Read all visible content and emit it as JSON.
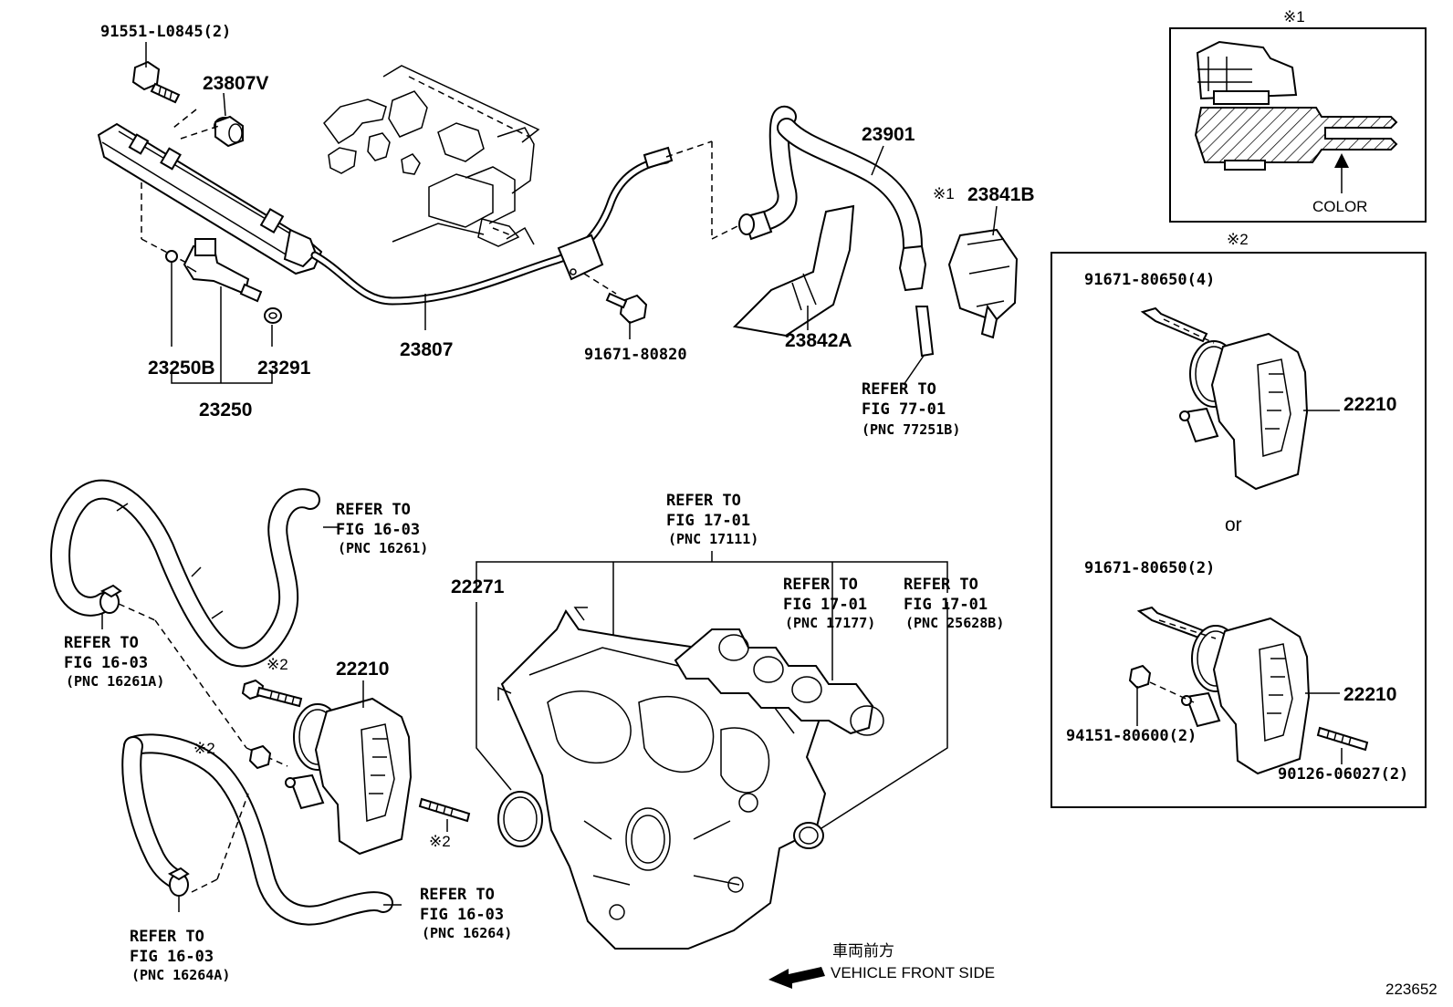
{
  "labels": {
    "p91551": "91551-L0845(2)",
    "p23807v": "23807V",
    "p23250b": "23250B",
    "p23291": "23291",
    "p23250": "23250",
    "p23807": "23807",
    "p91671_820": "91671-80820",
    "p23901": "23901",
    "mark1_main": "※1",
    "p23841b": "23841B",
    "p23842a": "23842A",
    "ref77_1": "REFER TO",
    "ref77_2": "FIG 77-01",
    "ref77_3": "(PNC 77251B)",
    "inset1_mark": "※1",
    "inset1_color": "COLOR",
    "inset2_mark": "※2",
    "i2_91671_4": "91671-80650(4)",
    "i2_22210_a": "22210",
    "i2_or": "or",
    "i2_91671_2": "91671-80650(2)",
    "i2_22210_b": "22210",
    "i2_94151": "94151-80600(2)",
    "i2_90126": "90126-06027(2)",
    "ref16261_1": "REFER TO",
    "ref16261_2": "FIG 16-03",
    "ref16261_3": "(PNC 16261)",
    "ref16261a_1": "REFER TO",
    "ref16261a_2": "FIG 16-03",
    "ref16261a_3": "(PNC 16261A)",
    "mark2_bolt": "※2",
    "p22210": "22210",
    "mark2_nut": "※2",
    "mark2_stud": "※2",
    "ref16264_1": "REFER TO",
    "ref16264_2": "FIG 16-03",
    "ref16264_3": "(PNC 16264)",
    "ref16264a_1": "REFER TO",
    "ref16264a_2": "FIG 16-03",
    "ref16264a_3": "(PNC 16264A)",
    "ref17111_1": "REFER TO",
    "ref17111_2": "FIG 17-01",
    "ref17111_3": "(PNC 17111)",
    "p22271": "22271",
    "ref17177_1": "REFER TO",
    "ref17177_2": "FIG 17-01",
    "ref17177_3": "(PNC 17177)",
    "ref25628_1": "REFER TO",
    "ref25628_2": "FIG 17-01",
    "ref25628_3": "(PNC 25628B)",
    "front_jp": "車両前方",
    "front_en": "VEHICLE FRONT SIDE",
    "diagram_id": "223652"
  },
  "icons": {
    "front_arrow": "arrow-left-icon",
    "color_arrow": "arrow-up-icon"
  }
}
